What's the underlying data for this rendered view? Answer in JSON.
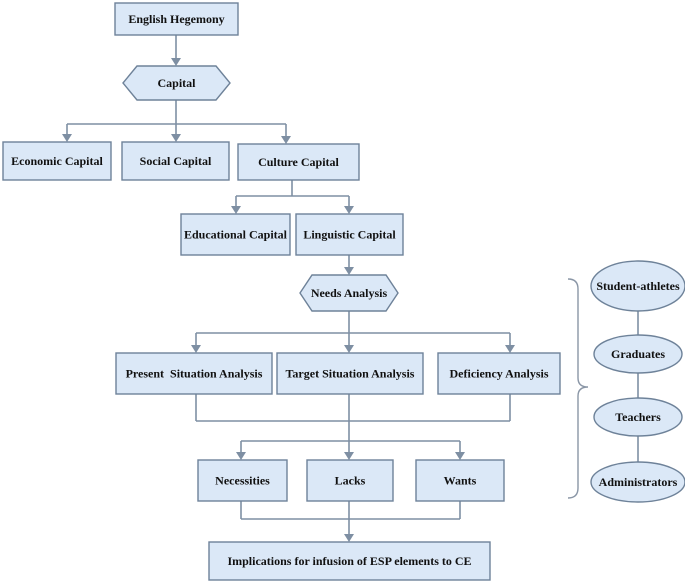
{
  "nodes": {
    "english_hegemony": "English Hegemony",
    "capital": "Capital",
    "economic_capital": "Economic Capital",
    "social_capital": "Social Capital",
    "culture_capital": "Culture Capital",
    "educational_capital": "Educational Capital",
    "linguistic_capital": "Linguistic Capital",
    "needs_analysis": "Needs Analysis",
    "present_situation_analysis": "Present  Situation Analysis",
    "target_situation_analysis": "Target Situation Analysis",
    "deficiency_analysis": "Deficiency Analysis",
    "necessities": "Necessities",
    "lacks": "Lacks",
    "wants": "Wants",
    "implications": "Implications for infusion of ESP elements to CE"
  },
  "stakeholders": [
    "Student-athletes",
    "Graduates",
    "Teachers",
    "Administrators"
  ],
  "colors": {
    "box_fill": "#dbe8f7",
    "box_stroke": "#6e8299",
    "connector": "#7e8fa3"
  }
}
